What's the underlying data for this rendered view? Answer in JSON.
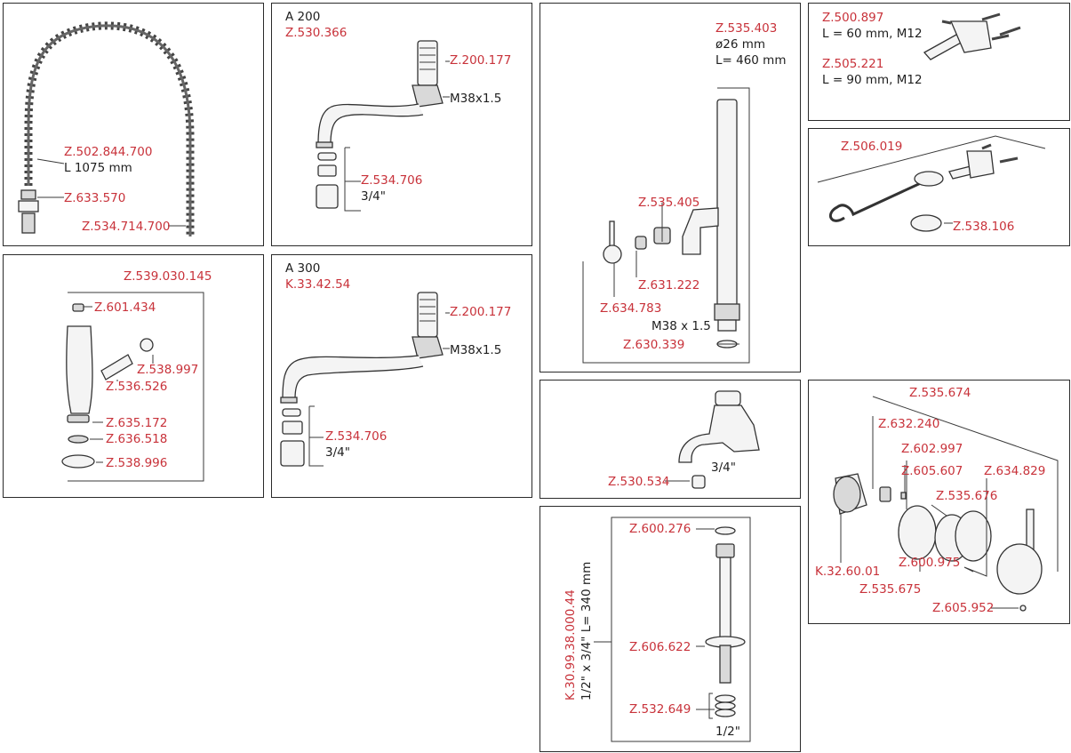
{
  "colors": {
    "part_number": "#c8323a",
    "text": "#1e1e1e",
    "frame": "#2a2a2a"
  },
  "p1": {
    "hose": "Z.502.844.700",
    "hose_len": "L 1075 mm",
    "nut": "Z.633.570",
    "spring": "Z.534.714.700"
  },
  "p2": {
    "title": "A 200",
    "code": "Z.530.366",
    "conn": "Z.200.177",
    "thread": "M38x1.5",
    "rings": "Z.534.706",
    "size": "3/4\""
  },
  "p3": {
    "rod": "Z.535.403",
    "dia": "ø26 mm",
    "len": "L= 460 mm",
    "valve": "Z.535.405",
    "cart": "Z.631.222",
    "lever": "Z.634.783",
    "thread": "M38 x 1.5",
    "oring": "Z.630.339"
  },
  "p4": {
    "arm1": "Z.500.897",
    "arm1_spec": "L = 60 mm, M12",
    "arm2": "Z.505.221",
    "arm2_spec": "L = 90 mm, M12"
  },
  "p5": {
    "handle": "Z.539.030.145",
    "cap": "Z.601.434",
    "nut": "Z.538.997",
    "valve": "Z.536.526",
    "body": "Z.635.172",
    "aer": "Z.636.518",
    "rose": "Z.538.996"
  },
  "p6": {
    "title": "A 300",
    "code": "K.33.42.54",
    "conn": "Z.200.177",
    "thread": "M38x1.5",
    "rings": "Z.534.706",
    "size": "3/4\""
  },
  "p7": {
    "hook": "Z.506.019",
    "ring": "Z.538.106"
  },
  "p8": {
    "part": "Z.530.534",
    "size": "3/4\""
  },
  "p9": {
    "set": "Z.535.674",
    "screw": "Z.632.240",
    "pin": "Z.602.997",
    "sleeve": "Z.605.607",
    "lever": "Z.634.829",
    "disc": "Z.535.676",
    "cart": "K.32.60.01",
    "cap": "Z.600.975",
    "body": "Z.535.675",
    "grub": "Z.605.952"
  },
  "p10": {
    "washer": "Z.600.276",
    "set": "K.30.99.38.000.44",
    "set_spec": "1/2\" x 3/4\" L= 340 mm",
    "flange": "Z.606.622",
    "nut": "Z.532.649",
    "size": "1/2\""
  }
}
